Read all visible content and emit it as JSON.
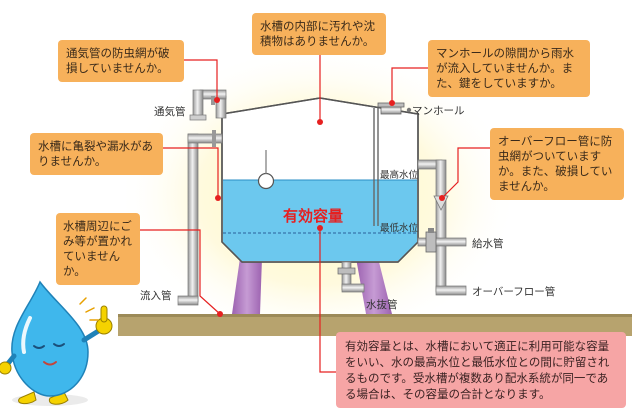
{
  "callouts": {
    "vent_net": "通気管の防虫網が破損していませんか。",
    "tank_inside": "水槽の内部に汚れや沈積物はありませんか。",
    "manhole": "マンホールの隙間から雨水が流入していませんか。また、鍵をしていますか。",
    "cracks": "水槽に亀裂や漏水がありませんか。",
    "overflow": "オーバーフロー管に防虫網がついていますか。また、破損していませんか。",
    "surroundings": "水槽周辺にごみ等が置かれていませんか。",
    "capacity_note": "有効容量とは、水槽において適正に利用可能な容量をいい、水の最高水位と最低水位との間に貯留されるものです。受水槽が複数あり配水系統が同一である場合は、その容量の合計となります。"
  },
  "labels": {
    "vent_pipe": "通気管",
    "manhole": "マンホール",
    "max_level": "最高水位",
    "min_level": "最低水位",
    "effective_capacity": "有効容量",
    "supply_pipe": "給水管",
    "inflow_pipe": "流入管",
    "drain_pipe": "水抜管",
    "overflow_pipe": "オーバーフロー管"
  },
  "colors": {
    "callout_orange": "#f7b15b",
    "callout_pink": "#f6a5a5",
    "water": "#6cc8ee",
    "leader_lines": "#e62020",
    "tank_legs": "#b07ac0",
    "ground": "#b7a36e",
    "glow": "#fff6c0"
  },
  "icons": {
    "mascot": "water-drop-mascot"
  }
}
